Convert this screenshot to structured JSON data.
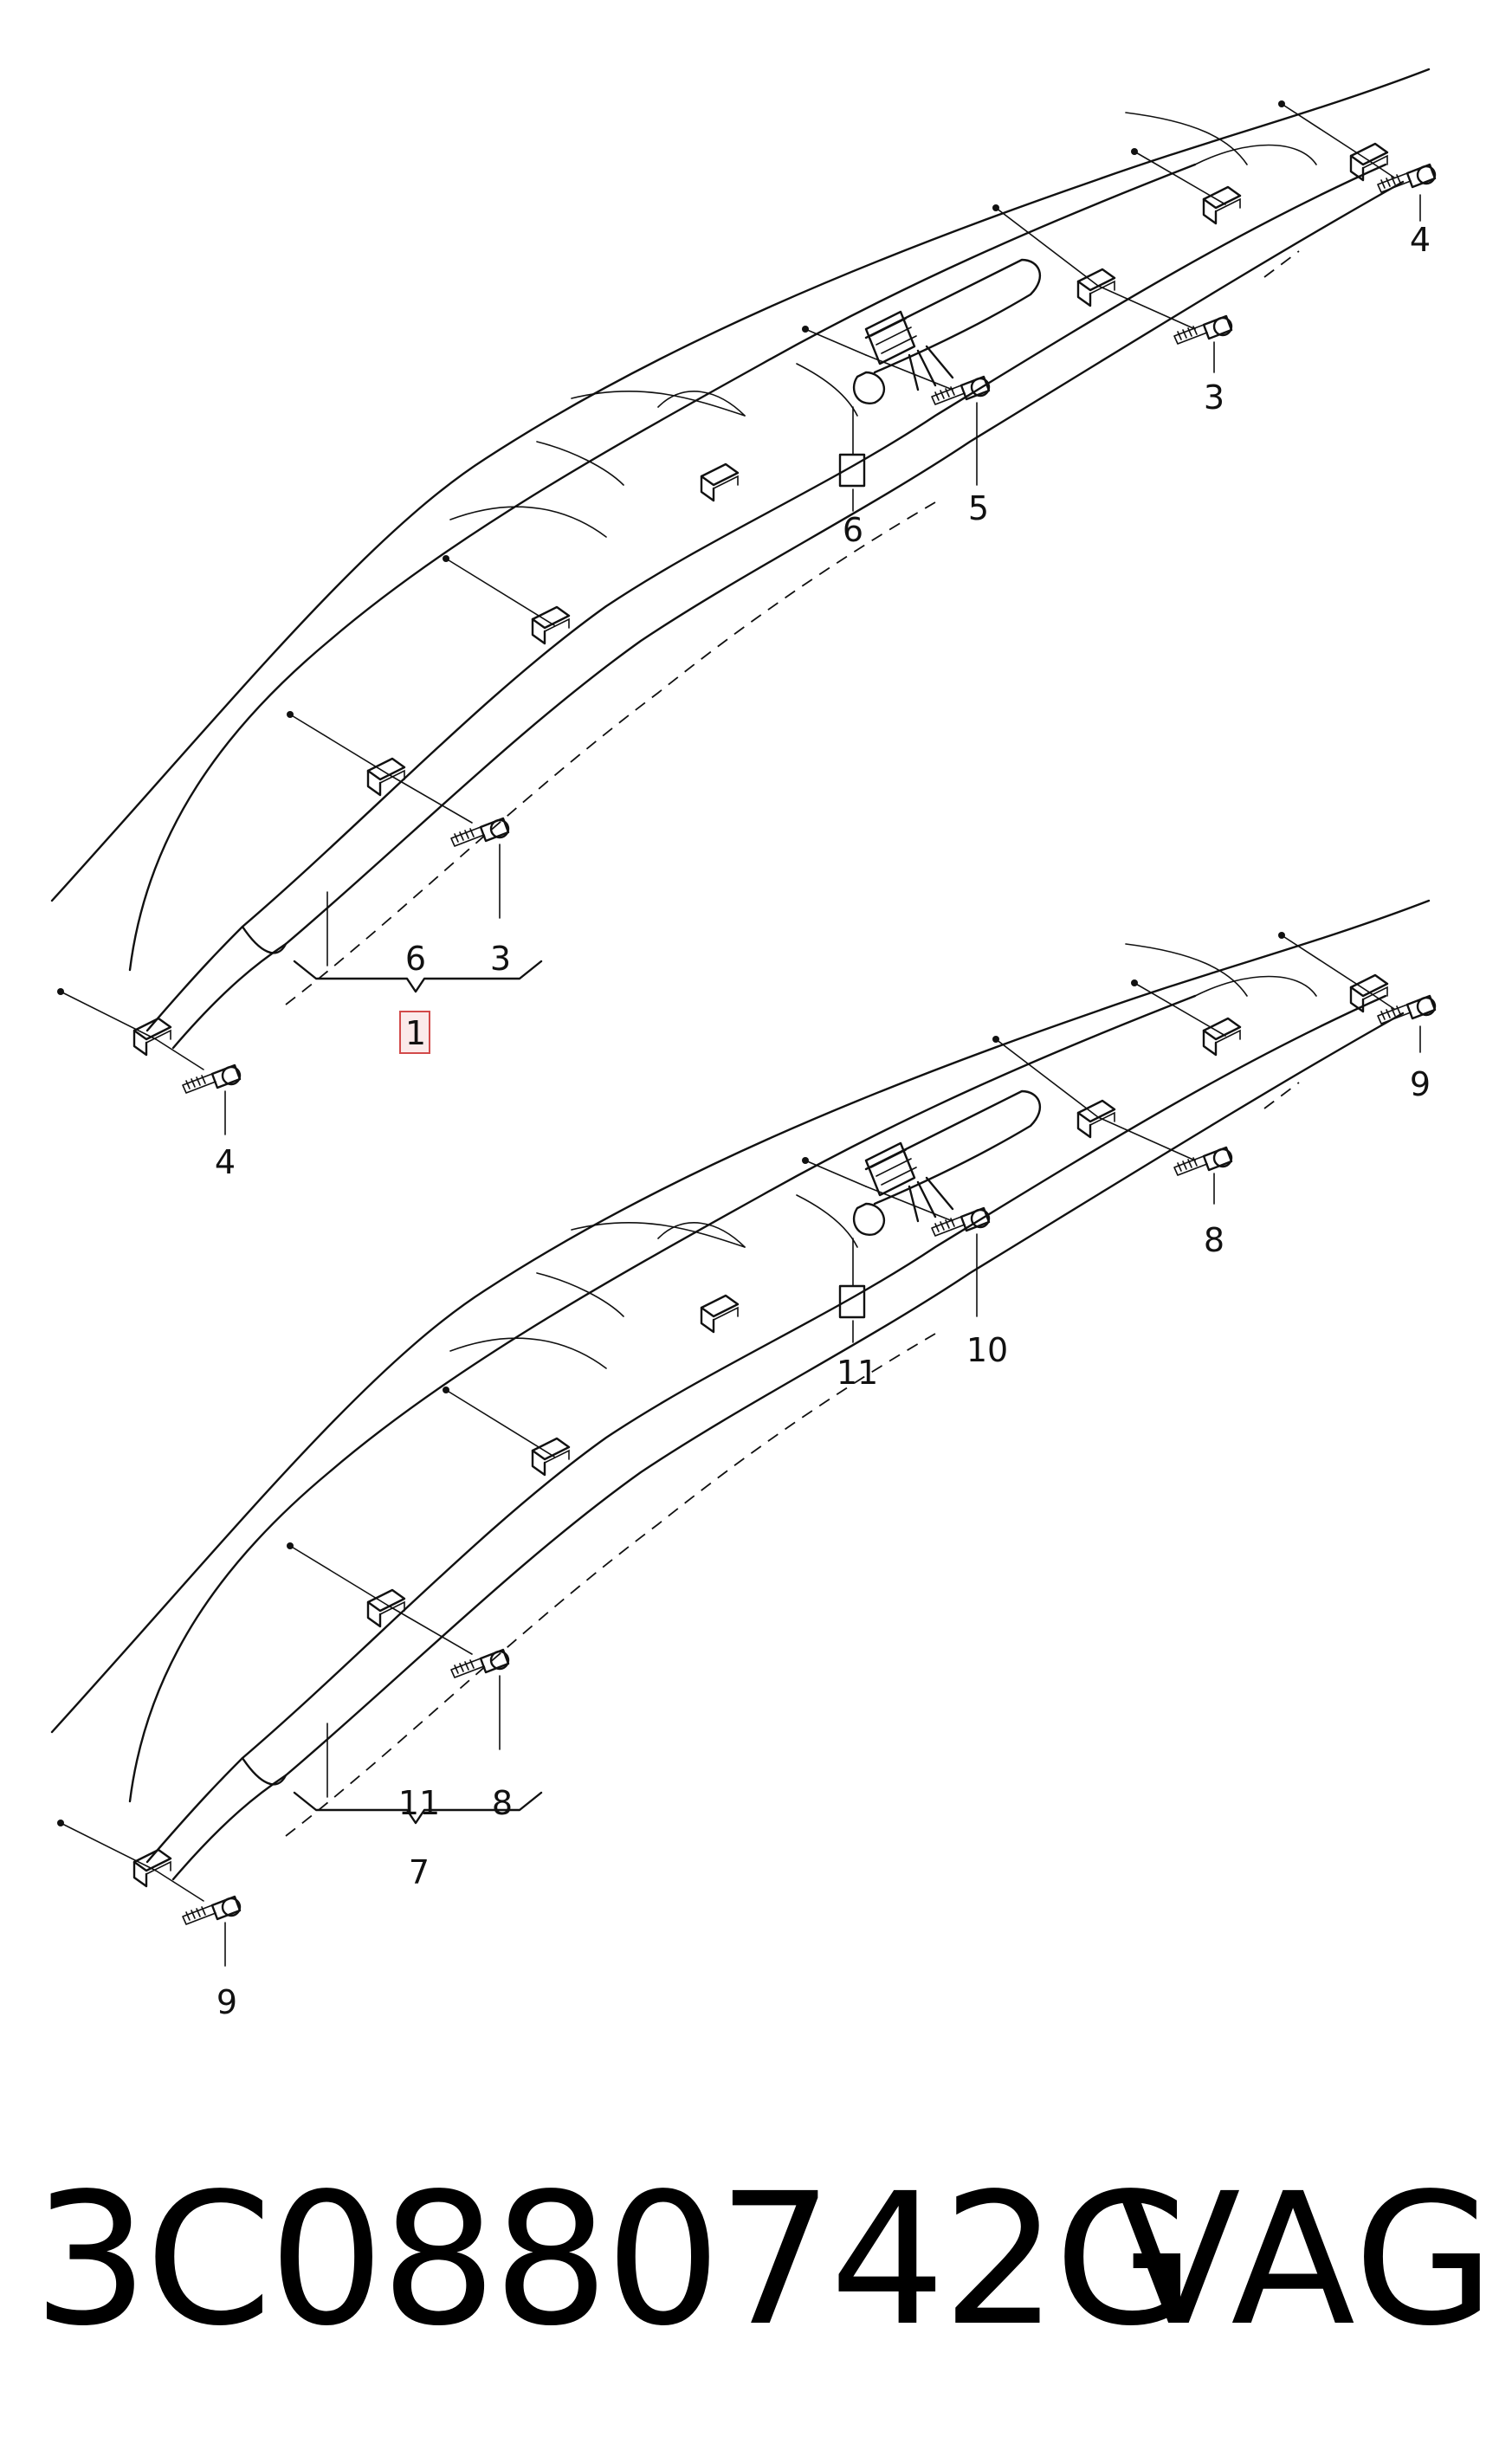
{
  "diagram": {
    "callouts_top": [
      "4",
      "3",
      "5",
      "6",
      "6",
      "3",
      "1",
      "4"
    ],
    "callouts_bottom": [
      "9",
      "8",
      "10",
      "11",
      "11",
      "8",
      "7",
      "9"
    ]
  },
  "footer": {
    "part_number": "3C0880742G",
    "brand": "VAG"
  }
}
